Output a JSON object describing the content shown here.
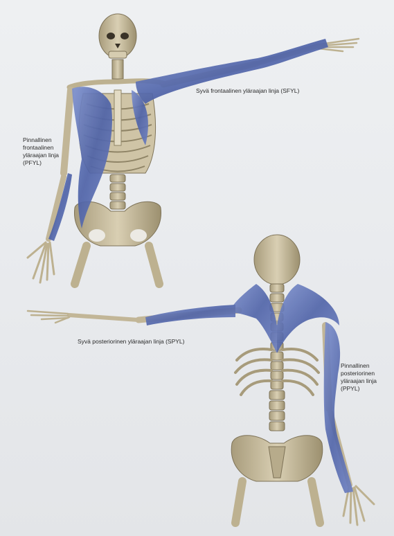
{
  "labels": {
    "pfyl": [
      "Pinnallinen",
      "frontaalinen",
      "yläraajan linja",
      "(PFYL)"
    ],
    "sfyl": [
      "Syvä frontaalinen yläraajan linja (SFYL)"
    ],
    "spyl": [
      "Syvä posteriorinen yläraajan linja (SPYL)"
    ],
    "ppyl": [
      "Pinnallinen",
      "posteriorinen",
      "yläraajan linja",
      "(PPYL)"
    ]
  },
  "colors": {
    "bone": "#cbbf9f",
    "bone_shadow": "#8e8264",
    "muscle": "#5b6fb0",
    "muscle_light": "#8a9bd0"
  }
}
